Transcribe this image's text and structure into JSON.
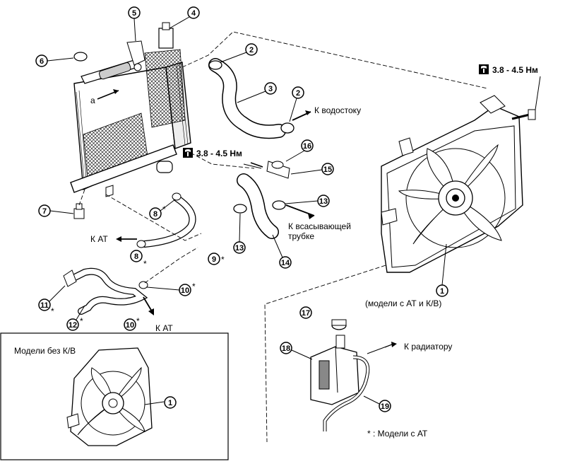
{
  "callouts": {
    "n1": "1",
    "n2": "2",
    "n3": "3",
    "n4": "4",
    "n5": "5",
    "n6": "6",
    "n7": "7",
    "n8": "8",
    "n9": "9",
    "n10": "10",
    "n11": "11",
    "n12": "12",
    "n13": "13",
    "n14": "14",
    "n15": "15",
    "n16": "16",
    "n17": "17",
    "n18": "18",
    "n19": "19"
  },
  "marks": {
    "star": "*",
    "a": "a"
  },
  "torque": {
    "value": "3.8 - 4.5 Нм"
  },
  "labels": {
    "to_drain": "К водостоку",
    "to_suction_1": "К всасывающей",
    "to_suction_2": "трубке",
    "to_at_left": "К АТ",
    "to_at_bottom": "К АТ",
    "models_at_kv": "(модели  с  АТ и  К/В)",
    "to_radiator": "К радиатору",
    "note_star": "* :  Модели  с  АТ",
    "inset_title": "Модели  без  К/В"
  },
  "icons": {
    "torque": "wrench-torque-icon"
  }
}
